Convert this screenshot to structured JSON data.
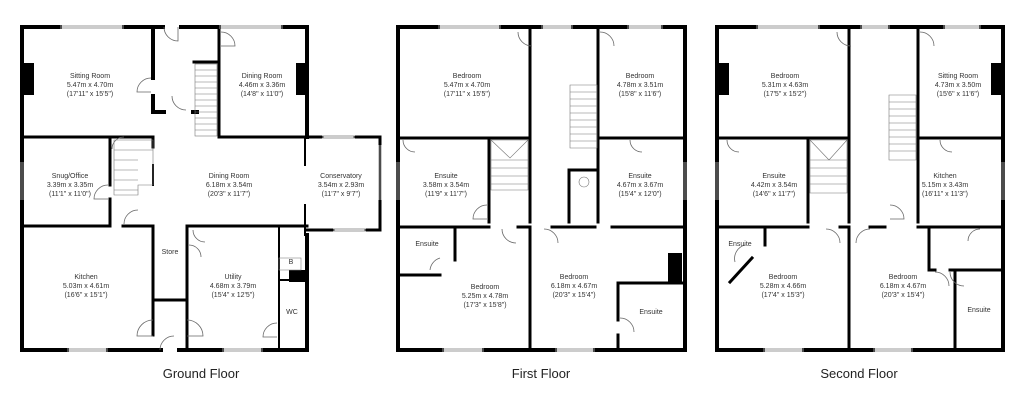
{
  "floors": [
    {
      "title": "Ground Floor",
      "rooms": [
        {
          "name": "Sitting Room",
          "metric": "5.47m x 4.70m",
          "imperial": "(17'11\" x 15'5\")"
        },
        {
          "name": "Dining Room",
          "metric": "4.46m x 3.36m",
          "imperial": "(14'8\" x 11'0\")"
        },
        {
          "name": "Snug/Office",
          "metric": "3.39m x 3.35m",
          "imperial": "(11'1\" x 11'0\")"
        },
        {
          "name": "Dining Room",
          "metric": "6.18m x 3.54m",
          "imperial": "(20'3\" x 11'7\")"
        },
        {
          "name": "Conservatory",
          "metric": "3.54m x 2.93m",
          "imperial": "(11'7\" x 9'7\")"
        },
        {
          "name": "Kitchen",
          "metric": "5.03m x 4.61m",
          "imperial": "(16'6\" x 15'1\")"
        },
        {
          "name": "Store"
        },
        {
          "name": "Utility",
          "metric": "4.68m x 3.79m",
          "imperial": "(15'4\" x 12'5\")"
        },
        {
          "name": "B"
        },
        {
          "name": "WC"
        }
      ]
    },
    {
      "title": "First Floor",
      "rooms": [
        {
          "name": "Bedroom",
          "metric": "5.47m x 4.70m",
          "imperial": "(17'11\" x 15'5\")"
        },
        {
          "name": "Bedroom",
          "metric": "4.78m x 3.51m",
          "imperial": "(15'8\" x 11'6\")"
        },
        {
          "name": "Ensuite",
          "metric": "3.58m x 3.54m",
          "imperial": "(11'9\" x 11'7\")"
        },
        {
          "name": "Ensuite",
          "metric": "4.67m x 3.67m",
          "imperial": "(15'4\" x 12'0\")"
        },
        {
          "name": "Ensuite"
        },
        {
          "name": "Bedroom",
          "metric": "5.25m x 4.78m",
          "imperial": "(17'3\" x 15'8\")"
        },
        {
          "name": "Bedroom",
          "metric": "6.18m x 4.67m",
          "imperial": "(20'3\" x 15'4\")"
        },
        {
          "name": "Ensuite"
        }
      ]
    },
    {
      "title": "Second Floor",
      "rooms": [
        {
          "name": "Bedroom",
          "metric": "5.31m x 4.63m",
          "imperial": "(17'5\" x 15'2\")"
        },
        {
          "name": "Sitting Room",
          "metric": "4.73m x 3.50m",
          "imperial": "(15'6\" x 11'6\")"
        },
        {
          "name": "Ensuite",
          "metric": "4.42m x 3.54m",
          "imperial": "(14'6\" x 11'7\")"
        },
        {
          "name": "Kitchen",
          "metric": "5.15m x 3.43m",
          "imperial": "(16'11\" x 11'3\")"
        },
        {
          "name": "Ensuite"
        },
        {
          "name": "Bedroom",
          "metric": "5.28m x 4.66m",
          "imperial": "(17'4\" x 15'3\")"
        },
        {
          "name": "Bedroom",
          "metric": "6.18m x 4.67m",
          "imperial": "(20'3\" x 15'4\")"
        },
        {
          "name": "Ensuite"
        }
      ]
    }
  ],
  "colors": {
    "wall": "#000000",
    "window": "#ffffff",
    "line": "#888888"
  }
}
